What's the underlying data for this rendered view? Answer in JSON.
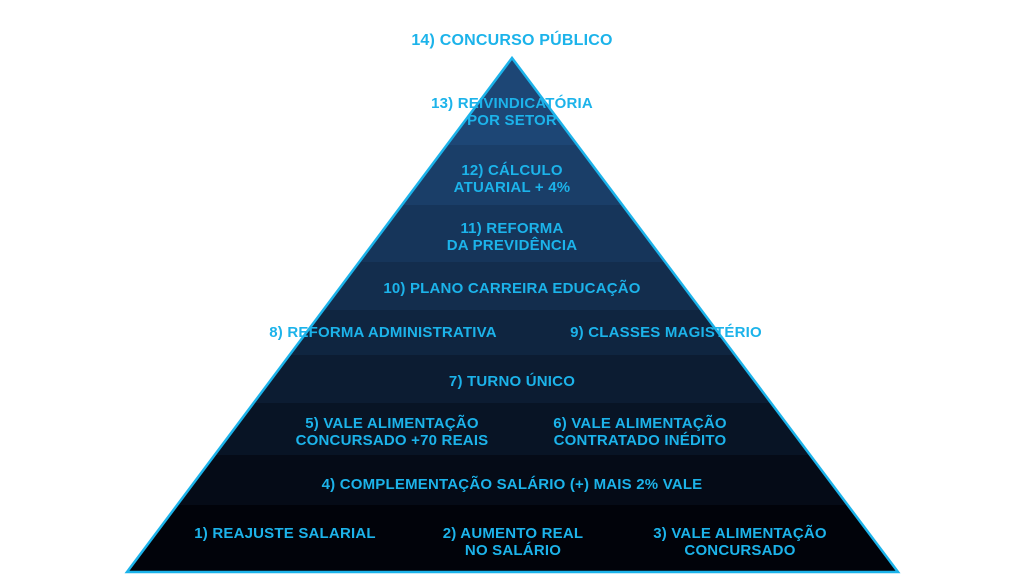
{
  "title": "14) CONCURSO PÚBLICO",
  "colors": {
    "text": "#1cb3ea",
    "outline": "#1cb3ea",
    "top_band": "#1d4675",
    "bottom_band": "#01030a"
  },
  "levels": {
    "l13": [
      "13) REIVINDICATÓRIA",
      "POR SETOR"
    ],
    "l12": [
      "12) CÁLCULO",
      "ATUARIAL + 4%"
    ],
    "l11": [
      "11) REFORMA",
      "DA PREVIDÊNCIA"
    ],
    "l10": [
      "10) PLANO CARREIRA EDUCAÇÃO"
    ],
    "l8": [
      "8) REFORMA ADMINISTRATIVA"
    ],
    "l9": [
      "9) CLASSES MAGISTÉRIO"
    ],
    "l7": [
      "7) TURNO ÚNICO"
    ],
    "l5": [
      "5) VALE ALIMENTAÇÃO",
      "CONCURSADO +70 REAIS"
    ],
    "l6": [
      "6) VALE ALIMENTAÇÃO",
      "CONTRATADO INÉDITO"
    ],
    "l4": [
      "4) COMPLEMENTAÇÃO SALÁRIO (+) MAIS 2% VALE"
    ],
    "l1": [
      "1) REAJUSTE SALARIAL"
    ],
    "l2": [
      "2) AUMENTO REAL",
      "NO SALÁRIO"
    ],
    "l3": [
      "3) VALE ALIMENTAÇÃO",
      "CONCURSADO"
    ]
  }
}
